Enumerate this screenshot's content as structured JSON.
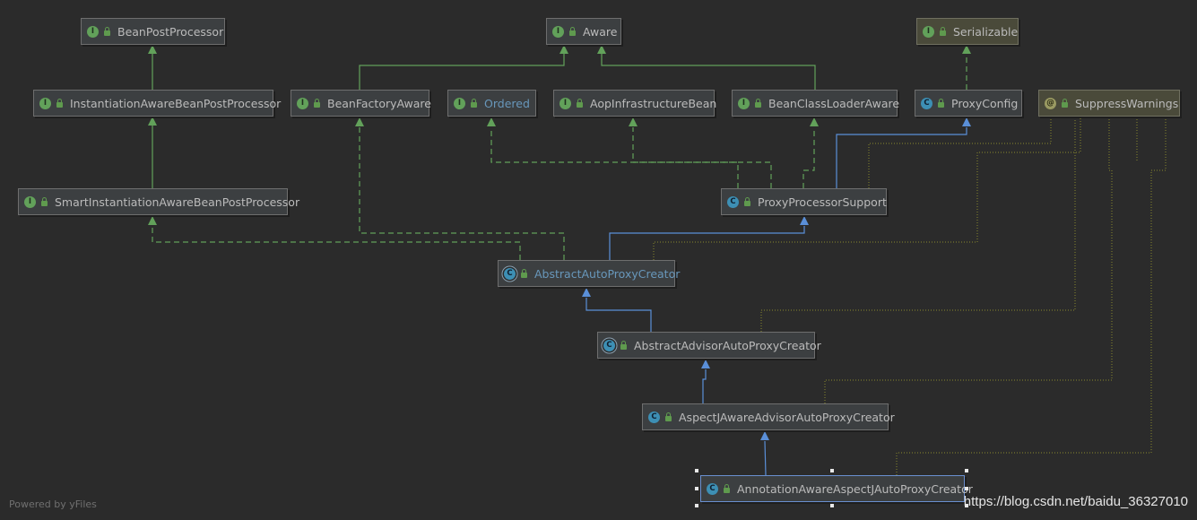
{
  "nodes": {
    "bean_post_processor": {
      "kind": "I",
      "label": "BeanPostProcessor"
    },
    "aware": {
      "kind": "I",
      "label": "Aware"
    },
    "serializable": {
      "kind": "I",
      "label": "Serializable"
    },
    "instantiation_aware_bpp": {
      "kind": "I",
      "label": "InstantiationAwareBeanPostProcessor"
    },
    "bean_factory_aware": {
      "kind": "I",
      "label": "BeanFactoryAware"
    },
    "ordered": {
      "kind": "I",
      "label": "Ordered"
    },
    "aop_infrastructure_bean": {
      "kind": "I",
      "label": "AopInfrastructureBean"
    },
    "bean_class_loader_aware": {
      "kind": "I",
      "label": "BeanClassLoaderAware"
    },
    "proxy_config": {
      "kind": "C",
      "label": "ProxyConfig"
    },
    "suppress_warnings": {
      "kind": "@",
      "label": "SuppressWarnings"
    },
    "smart_instantiation_aware_bpp": {
      "kind": "I",
      "label": "SmartInstantiationAwareBeanPostProcessor"
    },
    "proxy_processor_support": {
      "kind": "C",
      "label": "ProxyProcessorSupport"
    },
    "abstract_auto_proxy_creator": {
      "kind": "C",
      "label": "AbstractAutoProxyCreator"
    },
    "abstract_advisor_auto_proxy_creator": {
      "kind": "C",
      "label": "AbstractAdvisorAutoProxyCreator"
    },
    "aspectj_aware_advisor_auto_proxy_creator": {
      "kind": "C",
      "label": "AspectJAwareAdvisorAutoProxyCreator"
    },
    "annotation_aware_aspectj_auto_proxy_creator": {
      "kind": "C",
      "label": "AnnotationAwareAspectJAutoProxyCreator"
    }
  },
  "edge_colors": {
    "extends_interface": "#62a15a",
    "implements": "#62a15a",
    "extends_class": "#5a8fd8",
    "annotation": "#8a8a2e"
  },
  "footer": {
    "text": "Powered by yFiles"
  },
  "watermark": {
    "text": "https://blog.csdn.net/baidu_36327010"
  }
}
